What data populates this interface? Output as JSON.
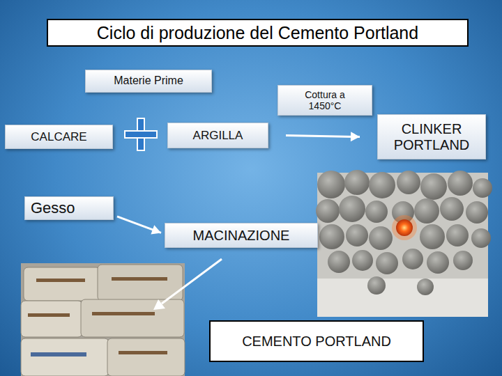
{
  "diagram": {
    "title": "Ciclo di produzione del Cemento Portland",
    "nodes": [
      {
        "text": [
          "Materie Prime"
        ]
      },
      {
        "text": [
          "Cottura a 1450°C"
        ]
      },
      {
        "text": [
          "CALCARE"
        ]
      },
      {
        "text": [
          "ARGILLA"
        ]
      },
      {
        "text": [
          "CLINKER PORTLAND"
        ]
      },
      {
        "text": [
          "Gesso"
        ]
      },
      {
        "text": [
          "MACINAZIONE"
        ]
      },
      {
        "text": [
          "CEMENTO PORTLAND"
        ]
      }
    ],
    "edges": [
      {
        "from": 3,
        "to": 4,
        "arrow": "to"
      },
      {
        "from": 5,
        "to": 6,
        "arrow": "to"
      }
    ]
  }
}
